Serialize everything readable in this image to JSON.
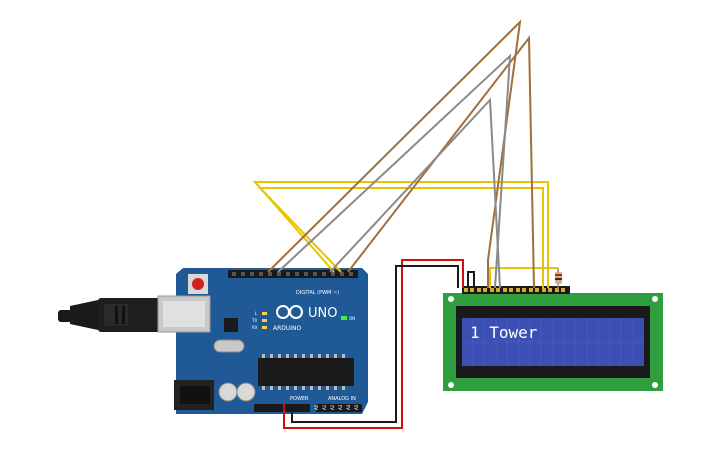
{
  "arduino": {
    "brand": "ARDUINO",
    "model": "UNO",
    "digital_header": "DIGITAL (PWM ~)",
    "power_header": "POWER",
    "analog_header": "ANALOG IN",
    "on_led": "ON",
    "tx_label": "TX",
    "rx_label": "RX",
    "l_label": "L",
    "analog_pins": [
      "A0",
      "A1",
      "A2",
      "A3",
      "A4",
      "A5"
    ],
    "board_color": "#1f5a96"
  },
  "lcd": {
    "display_text": "1 Tower",
    "pcb_color": "#2e9e3e",
    "screen_color": "#3c50b4"
  },
  "wires": {
    "yellow": "#e8c400",
    "brown": "#a0703c",
    "gray": "#8a8a8a",
    "red": "#d01010",
    "black": "#1a1a1a"
  }
}
